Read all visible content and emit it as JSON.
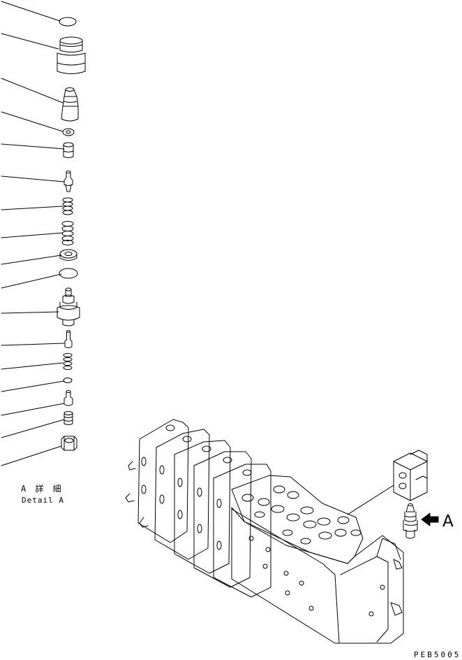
{
  "detail_label_jp": "A 詳 細",
  "detail_label_en": "Detail A",
  "view_marker_letter": "A",
  "drawing_code": "PEB5005",
  "line_color": "#000000",
  "background_color": "#ffffff"
}
